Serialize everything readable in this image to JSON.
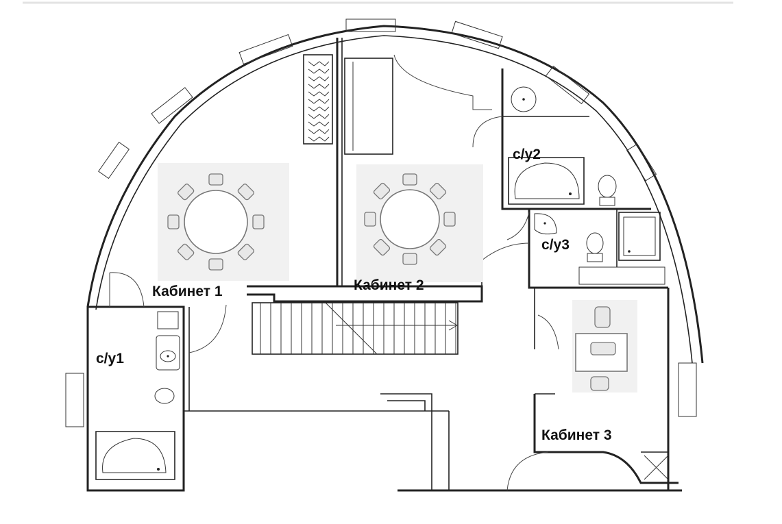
{
  "rooms": {
    "office_1": "Кабинет 1",
    "office_2": "Кабинет 2",
    "office_3": "Кабинет 3",
    "bathroom_1": "с/у1",
    "bathroom_2": "с/у2",
    "bathroom_3": "с/у3"
  },
  "colors": {
    "line": "#222222",
    "furniture_panel": "#f1f1f1",
    "top_rule": "#e3e3e3"
  }
}
